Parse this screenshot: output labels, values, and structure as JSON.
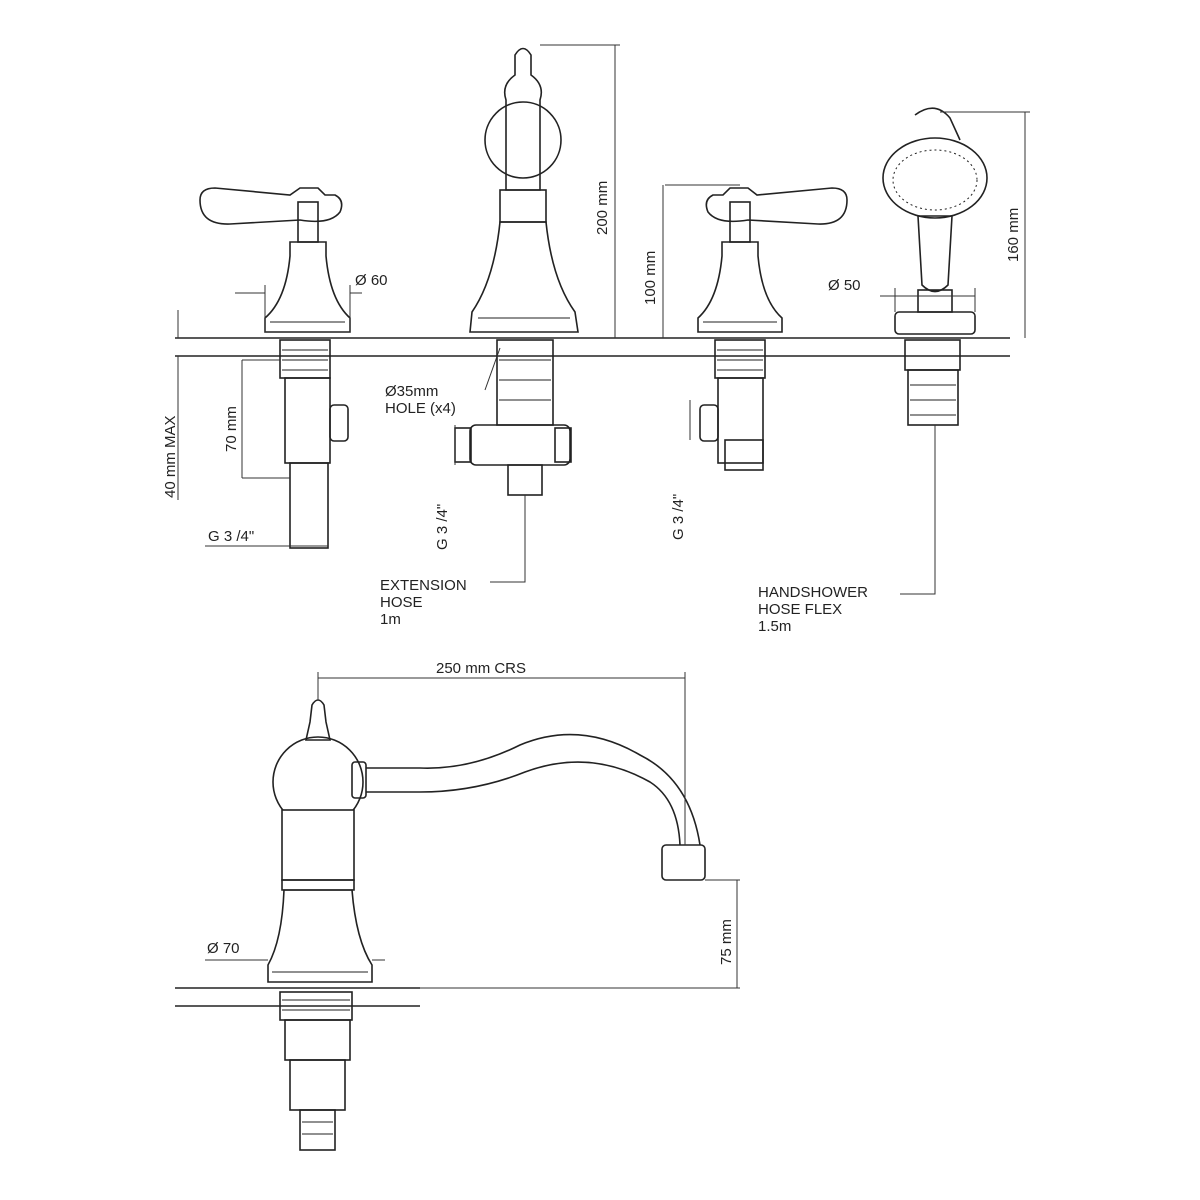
{
  "labels": {
    "dia_60": "Ø 60",
    "h_200": "200 mm",
    "h_100": "100 mm",
    "h_160": "160 mm",
    "dia_50": "Ø 50",
    "depth_40_max": "40 mm MAX",
    "h_70": "70 mm",
    "hole_dia": "Ø35mm",
    "hole_count": "HOLE (x4)",
    "thread_left": "G 3 /4\"",
    "thread_center": "G 3 /4\"",
    "thread_right": "G 3 /4\"",
    "extension_hose": [
      "EXTENSION",
      "HOSE",
      "1m"
    ],
    "handshower_hose": [
      "HANDSHOWER",
      "HOSE FLEX",
      "1.5m"
    ],
    "crs_250": "250 mm CRS",
    "dia_70": "Ø 70",
    "h_75": "75 mm"
  },
  "colors": {
    "line": "#222222",
    "background": "#ffffff"
  }
}
